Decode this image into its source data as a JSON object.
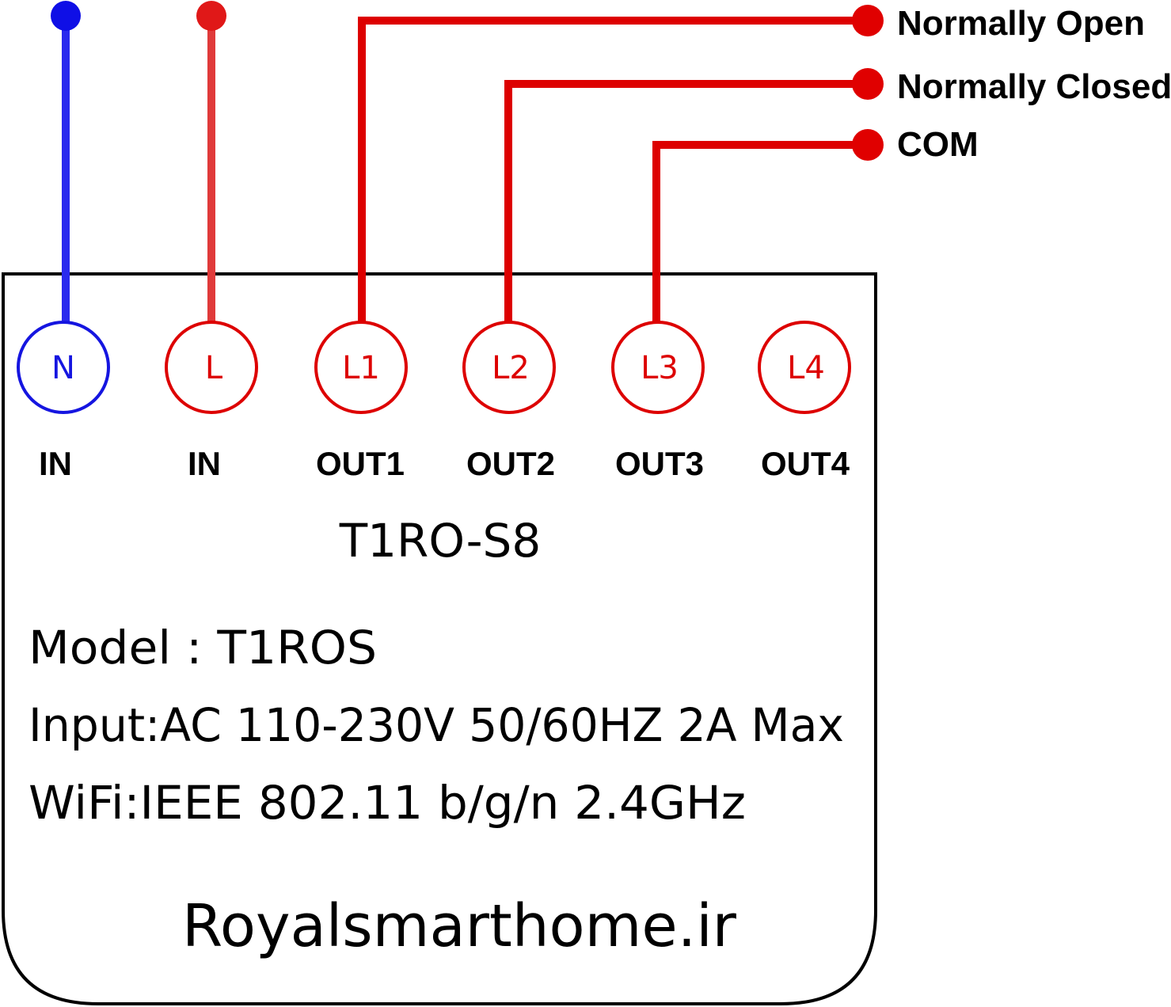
{
  "colors": {
    "neutral": "#1a1aff",
    "live": "#e03030",
    "output": "#dd0000",
    "housing": "#000000"
  },
  "wire_labels": {
    "normally_open": "Normally Open",
    "normally_closed": "Normally Closed",
    "com": "COM"
  },
  "terminals": [
    {
      "letter": "N",
      "label": "IN",
      "color": "#1a1aff"
    },
    {
      "letter": "L",
      "label": "IN",
      "color": "#e03030"
    },
    {
      "letter": "L1",
      "label": "OUT1",
      "color": "#dd0000"
    },
    {
      "letter": "L2",
      "label": "OUT2",
      "color": "#dd0000"
    },
    {
      "letter": "L3",
      "label": "OUT3",
      "color": "#dd0000"
    },
    {
      "letter": "L4",
      "label": "OUT4",
      "color": "#dd0000"
    }
  ],
  "device": {
    "name": "T1RO-S8",
    "model": "Model : T1ROS",
    "input": "Input:AC 110-230V 50/60HZ 2A Max",
    "wifi": "WiFi:IEEE 802.11 b/g/n 2.4GHz",
    "website": "Royalsmarthome.ir"
  }
}
